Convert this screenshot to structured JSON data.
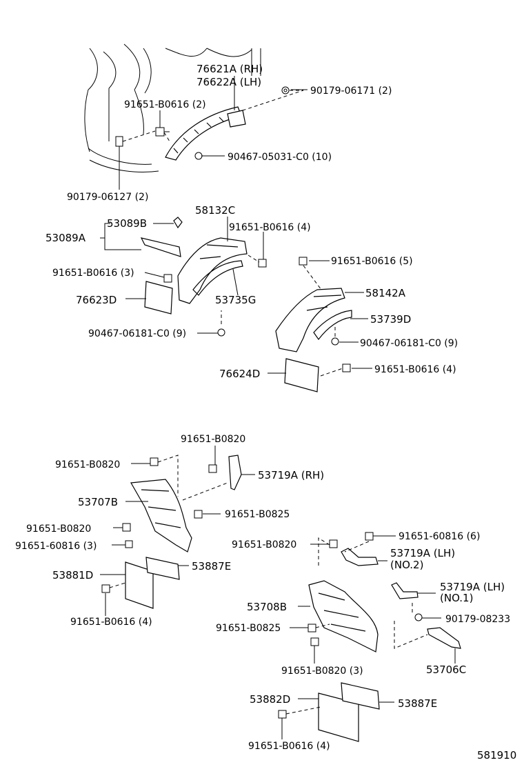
{
  "labels": {
    "p76621a": "76621A (RH)",
    "p76622a": "76622A (LH)",
    "p90179_06171": "90179-06171 (2)",
    "p91651_b0616_2": "91651-B0616 (2)",
    "p90467_05031": "90467-05031-C0 (10)",
    "p90179_06127": "90179-06127 (2)",
    "p58132c": "58132C",
    "p53089b": "53089B",
    "p53089a": "53089A",
    "p91651_b0616_4a": "91651-B0616 (4)",
    "p91651_b0616_3": "91651-B0616 (3)",
    "p76623d": "76623D",
    "p53735g": "53735G",
    "p90467_06181_a": "90467-06181-C0 (9)",
    "p91651_b0616_5": "91651-B0616 (5)",
    "p58142a": "58142A",
    "p53739d": "53739D",
    "p90467_06181_b": "90467-06181-C0 (9)",
    "p76624d": "76624D",
    "p91651_b0616_4b": "91651-B0616 (4)",
    "p91651_b0820_top": "91651-B0820",
    "p91651_b0820_left": "91651-B0820",
    "p53719a_rh": "53719A (RH)",
    "p53707b": "53707B",
    "p91651_b0825_a": "91651-B0825",
    "p91651_b0820_mid": "91651-B0820",
    "p91651_60816_3": "91651-60816 (3)",
    "p53881d": "53881D",
    "p53887e_a": "53887E",
    "p91651_b0616_4c": "91651-B0616 (4)",
    "p91651_b0820_r": "91651-B0820",
    "p91651_60816_6": "91651-60816 (6)",
    "p53719a_lh2": "53719A (LH)",
    "p_no2": "(NO.2)",
    "p53719a_lh1": "53719A (LH)",
    "p_no1": "(NO.1)",
    "p53708b": "53708B",
    "p90179_08233": "90179-08233",
    "p91651_b0825_b": "91651-B0825",
    "p53706c": "53706C",
    "p91651_b0820_3": "91651-B0820 (3)",
    "p53882d": "53882D",
    "p53887e_b": "53887E",
    "p91651_b0616_4d": "91651-B0616 (4)",
    "figure_code": "581910"
  }
}
